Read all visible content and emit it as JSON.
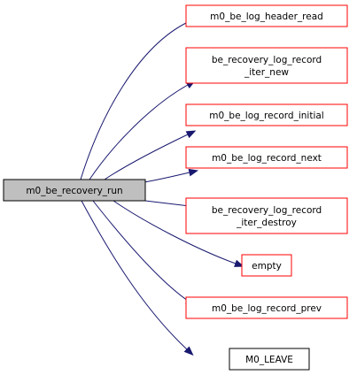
{
  "graph": {
    "source": {
      "label": "m0_be_recovery_run",
      "fill": "#bfbfbf",
      "stroke": "#000000"
    },
    "targets": [
      {
        "lines": [
          "m0_be_log_header_read"
        ],
        "stroke": "#ff0000"
      },
      {
        "lines": [
          "be_recovery_log_record",
          "_iter_new"
        ],
        "stroke": "#ff0000"
      },
      {
        "lines": [
          "m0_be_log_record_initial"
        ],
        "stroke": "#ff0000"
      },
      {
        "lines": [
          "m0_be_log_record_next"
        ],
        "stroke": "#ff0000"
      },
      {
        "lines": [
          "be_recovery_log_record",
          "_iter_destroy"
        ],
        "stroke": "#ff0000"
      },
      {
        "lines": [
          "empty"
        ],
        "stroke": "#ff0000"
      },
      {
        "lines": [
          "m0_be_log_record_prev"
        ],
        "stroke": "#ff0000"
      },
      {
        "lines": [
          "M0_LEAVE"
        ],
        "stroke": "#000000"
      }
    ],
    "edge_color": "#191970"
  }
}
